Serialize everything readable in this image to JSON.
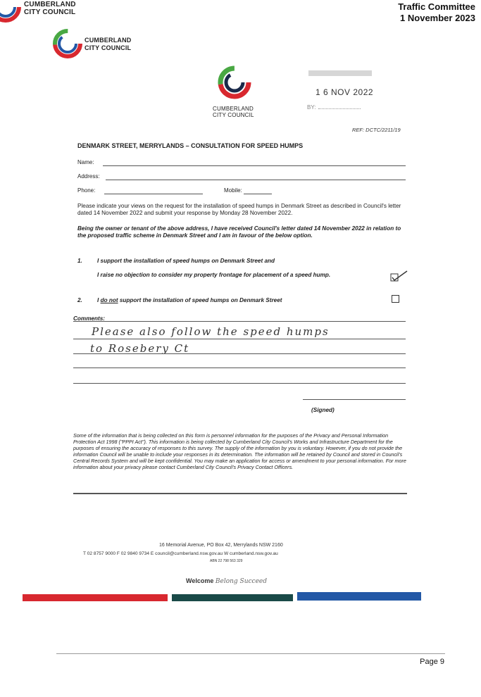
{
  "header": {
    "org_line1": "CUMBERLAND",
    "org_line2": "CITY COUNCIL",
    "committee": "Traffic Committee",
    "date": "1 November 2023"
  },
  "letterhead": {
    "org_line1": "CUMBERLAND",
    "org_line2": "CITY COUNCIL"
  },
  "form": {
    "stamp_date": "1 6 NOV 2022",
    "stamp_by": "BY:",
    "ref": "REF: DCTC/2211/19",
    "title": "DENMARK STREET, MERRYLANDS – CONSULTATION FOR SPEED HUMPS",
    "name_label": "Name:",
    "address_label": "Address:",
    "phone_label": "Phone:",
    "mobile_label": "Mobile:",
    "instructions": "Please indicate your views on the request for the installation of speed humps in Denmark Street as described in Council's letter dated 14 November 2022 and submit your response by Monday 28 November 2022.",
    "declaration": "Being the owner or tenant of the above address, I have received Council's letter dated 14 November 2022 in relation to the proposed traffic scheme in Denmark Street and I am in favour of the below option.",
    "opt1_num": "1.",
    "opt1_text": "I support the installation of speed humps on Denmark Street and",
    "opt1_sub": "I raise no objection to consider my property frontage for placement of a speed hump.",
    "opt1_checked": true,
    "opt2_num": "2.",
    "opt2_text_a": "I ",
    "opt2_text_b": "do not",
    "opt2_text_c": " support the installation of speed humps on Denmark Street",
    "opt2_checked": false,
    "comments_label": "Comments:",
    "comment_line1": "Please also follow the speed humps",
    "comment_line2": "to Rosebery Ct",
    "signed_label": "(Signed)",
    "privacy": "Some of the information that is being collected on this form is personnel information for the purposes of the Privacy and Personal Information Protection Act 1998 (\"PPPI Act\"). This information is being collected by Cumberland City Council's Works and Infrastructure Department for the purposes of ensuring the accuracy of responses to this survey. The supply of the information by you is voluntary. However, if you do not provide the information Council will be unable to include your responses in its determination. The information will be retained by Council and stored in Council's Central Records System and will be kept confidential. You may make an application for access or amendment to your personal information. For more information about your privacy please contact Cumberland City Council's Privacy Contact Officers."
  },
  "footer": {
    "address": "16 Memorial Avenue, PO Box 42, Merrylands NSW 2160",
    "contact": "T 02 8757 9000   F 02 9840 9734   E council@cumberland.nsw.gov.au   W cumberland.nsw.gov.au",
    "abn": "ABN 22 798 563 329",
    "tagline_a": "Welcome",
    "tagline_b": "Belong Succeed",
    "page": "Page 9"
  },
  "colors": {
    "brand_red": "#d8282f",
    "brand_teal": "#1a4a48",
    "brand_blue": "#2358a6",
    "brand_green": "#49a843"
  },
  "icons": {
    "logo": "cumberland-logo-icon",
    "checkbox_checked": "checkbox-checked-icon",
    "checkbox_empty": "checkbox-empty-icon"
  }
}
